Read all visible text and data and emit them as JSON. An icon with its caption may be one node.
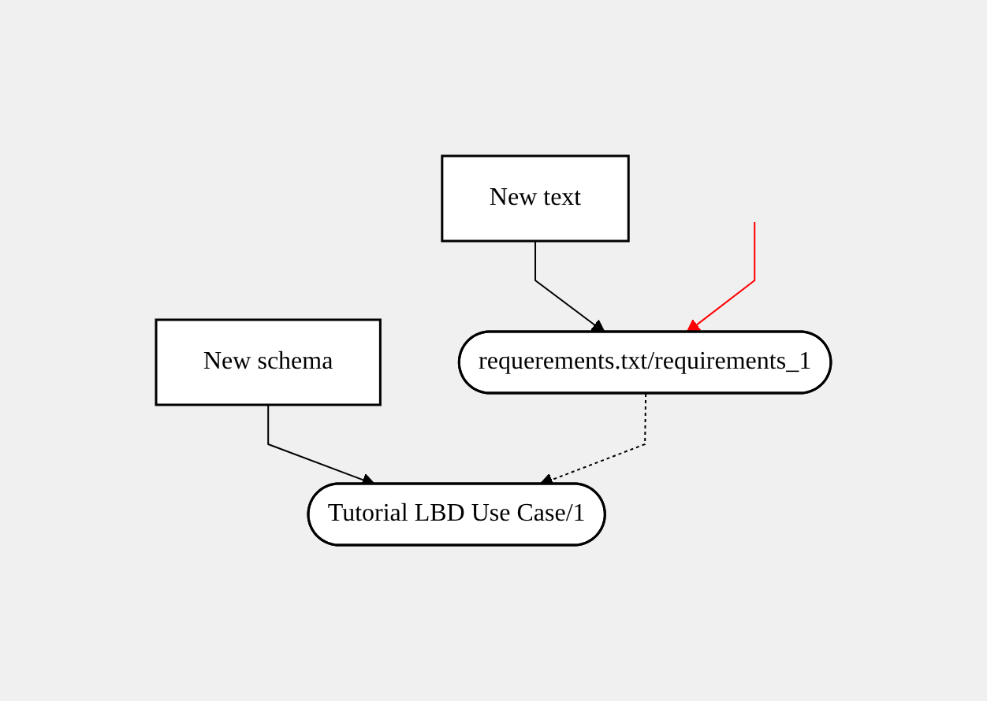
{
  "diagram": {
    "nodes": [
      {
        "text": [
          "New text"
        ]
      },
      {
        "text": [
          "requerements.txt/requirements_1"
        ]
      },
      {
        "text": [
          "New schema"
        ]
      },
      {
        "text": [
          "Tutorial LBD Use Case/1"
        ]
      }
    ],
    "edges": [
      {
        "from": 0,
        "to": 1,
        "arrow": "to"
      },
      {
        "from": 2,
        "to": 3,
        "arrow": "to"
      },
      {
        "from": 1,
        "to": 3,
        "arrow": "to",
        "style": "dashed"
      },
      {
        "from": null,
        "to": 1,
        "arrow": "to",
        "color": "#ff0000"
      }
    ]
  }
}
